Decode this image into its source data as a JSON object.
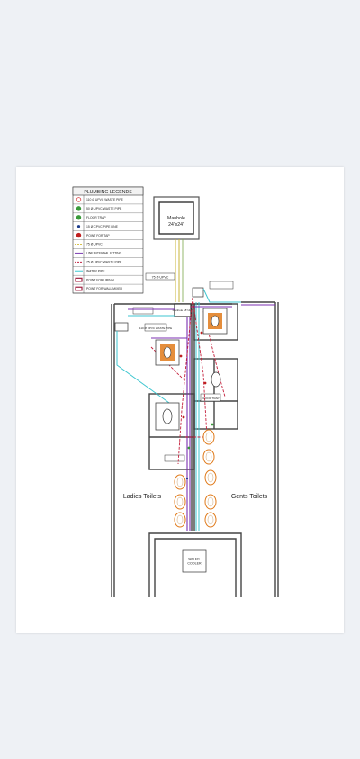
{
  "legend": {
    "title": "PLUMBING LEGENDS",
    "items": [
      {
        "label": "110 Ø UPVC WASTE PIPE",
        "icon": "no-entry-icon",
        "color": "#d8383a"
      },
      {
        "label": "50 Ø UPVC WASTE PIPE",
        "icon": "green-dot-icon",
        "color": "#3a9a3a"
      },
      {
        "label": "FLOOR TRAP",
        "icon": "floor-trap-icon",
        "color": "#3a9a3a"
      },
      {
        "label": "15 Ø CPVC PIPE LINE",
        "icon": "small-dot-icon",
        "color": "#1a3a8a"
      },
      {
        "label": "POINT FOR TAP",
        "icon": "red-dot-icon",
        "color": "#c02020"
      },
      {
        "label": "75 Ø UPVC",
        "icon": "dashed-line-icon",
        "color": "#d6c14a"
      },
      {
        "label": "LINE INTERNAL FITTING",
        "icon": "double-line-icon",
        "color": "#7a3ab0"
      },
      {
        "label": "75 Ø UPVC WASTE PIPE",
        "icon": "dashdot-line-icon",
        "color": "#c02040"
      },
      {
        "label": "WATER PIPE",
        "icon": "cyan-line-icon",
        "color": "#3ac8d0"
      },
      {
        "label": "POINT FOR URINAL",
        "icon": "urinal-point-icon",
        "color": "#a02040"
      },
      {
        "label": "POINT FOR WALL MIXER",
        "icon": "mixer-point-icon",
        "color": "#a02040"
      }
    ]
  },
  "manhole": {
    "label": "Manhole",
    "size": "24\"x24\""
  },
  "rooms": {
    "ladies": "Ladies Toilets",
    "gents": "Gents Toilets",
    "water_cooler": "WATER COOLER"
  },
  "tags": {
    "pipe_tag": "75 Ø UPVC",
    "manhole_small": "Manhole 18\"x18\"",
    "waste_pipe": "110 Ø UPVC WASTE PIPE",
    "floor_trap": "FLOOR TRAP"
  },
  "colors": {
    "water": "#3ec6d0",
    "waste": "#7b2fb0",
    "soil": "#c41e3a",
    "vent": "#c8b43a",
    "wall": "#444444",
    "fixture": "#e07a1a"
  }
}
